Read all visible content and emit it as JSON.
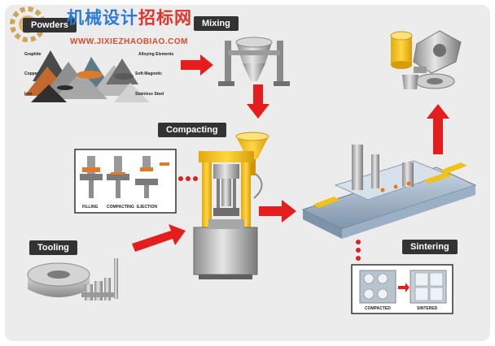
{
  "stages": {
    "powders": "Powders",
    "mixing": "Mixing",
    "compacting": "Compacting",
    "tooling": "Tooling",
    "sintering": "Sintering"
  },
  "powder_labels": {
    "graphite": "Graphite",
    "alloying": "Alloying Elements",
    "copper": "Copper",
    "soft_magnetic": "Soft-Magnetic",
    "iron": "Iron",
    "stainless": "Stainless Steel"
  },
  "compaction_steps": [
    "FILLING",
    "COMPACTING",
    "EJECTION"
  ],
  "sintering_states": [
    "COMPACTED",
    "SINTERED"
  ],
  "watermark": {
    "cn_part1": "机械设计",
    "cn_part2": "招标网",
    "url": "WWW.JIXIEZHAOBIAO.COM"
  },
  "colors": {
    "arrow": "#e41e1e",
    "press_yellow": "#f2c21a",
    "label_bg": "#333333",
    "background": "#ececec"
  }
}
